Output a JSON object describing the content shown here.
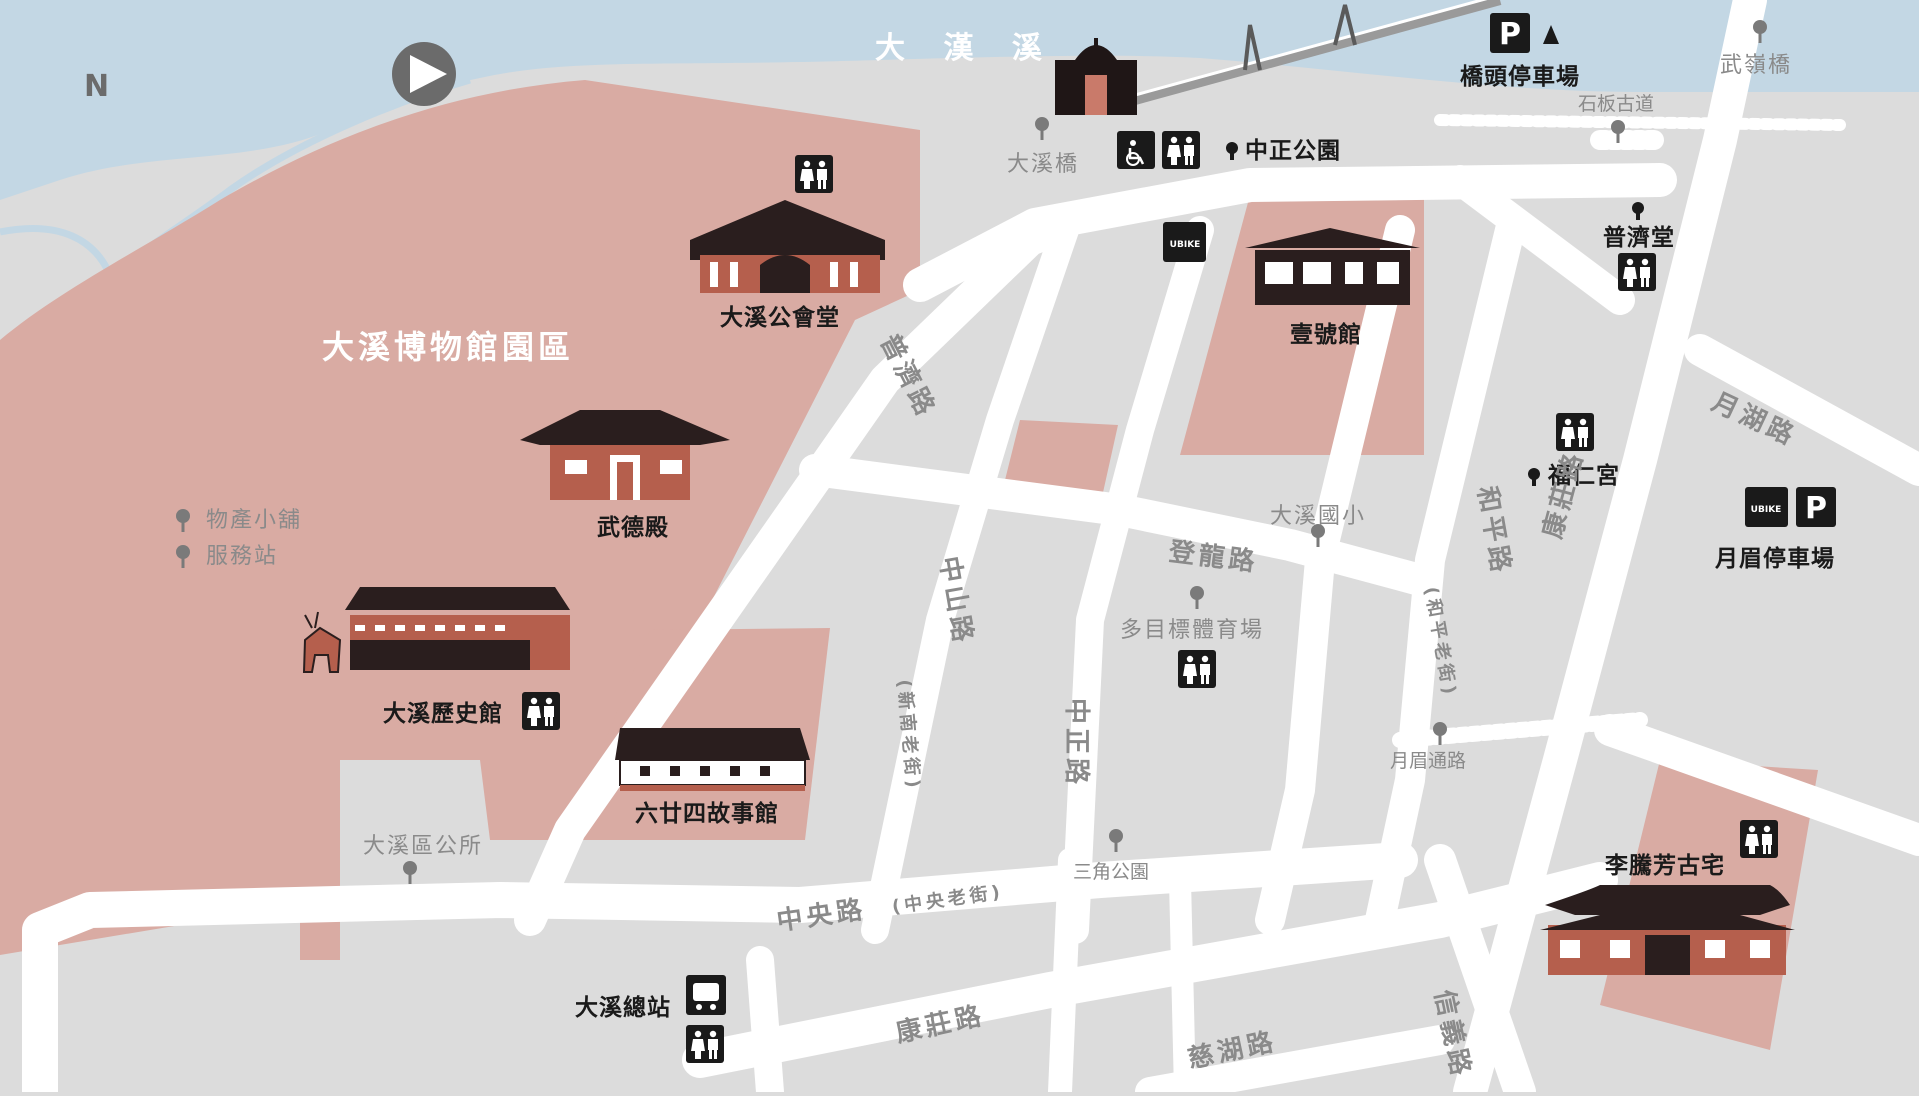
{
  "compass": {
    "north_label": "N",
    "arrow_icon": "play-arrow-icon"
  },
  "river": {
    "name": "大 漢 溪"
  },
  "zone": {
    "name": "大溪博物館園區"
  },
  "colors": {
    "background": "#dcdcdc",
    "river": "#c3d7e4",
    "zone": "#d9aba3",
    "road": "#ffffff",
    "building_dark": "#2a1e1e",
    "building_red": "#b55f4d",
    "text": "#1a1a1a",
    "muted_text": "#8a8a8a"
  },
  "landmarks": [
    {
      "id": "daxi-public-hall",
      "label": "大溪公會堂"
    },
    {
      "id": "wude-hall",
      "label": "武德殿"
    },
    {
      "id": "daxi-history-museum",
      "label": "大溪歷史館"
    },
    {
      "id": "sixty-four-story-house",
      "label": "六廿四故事館"
    },
    {
      "id": "house-one",
      "label": "壹號館"
    },
    {
      "id": "li-tengfang-residence",
      "label": "李騰芳古宅"
    }
  ],
  "places": {
    "daxi_bridge": "大溪橋",
    "zhongzheng_park": "中正公園",
    "bridge_head_parking": "橋頭停車場",
    "wuling_bridge": "武嶺橋",
    "shiban_trail": "石板古道",
    "puji_temple": "普濟堂",
    "furen_temple": "福仁宮",
    "yuemei_parking": "月眉停車場",
    "daxi_elementary": "大溪國小",
    "sports_arena": "多目標體育場",
    "yuemei_road": "月眉通路",
    "triangle_park": "三角公園",
    "district_office": "大溪區公所",
    "bus_station": "大溪總站",
    "souvenir_shop": "物產小舖",
    "service_station": "服務站"
  },
  "roads": {
    "puji": "普濟路",
    "zhongshan": "中山路",
    "zhongshan_sub": "(新南老街)",
    "zhongzheng": "中正路",
    "denglong": "登龍路",
    "heping": "和平路",
    "heping_sub": "(和平老街)",
    "kangzhuang_vertical": "康莊路",
    "yuehu": "月湖路",
    "zhongyang": "中央路",
    "zhongyang_sub": "(中央老街)",
    "kangzhuang": "康莊路",
    "cihu": "慈湖路",
    "xinyi": "信義路"
  },
  "icons": {
    "parking": "P",
    "ubike": "UBIKE"
  }
}
